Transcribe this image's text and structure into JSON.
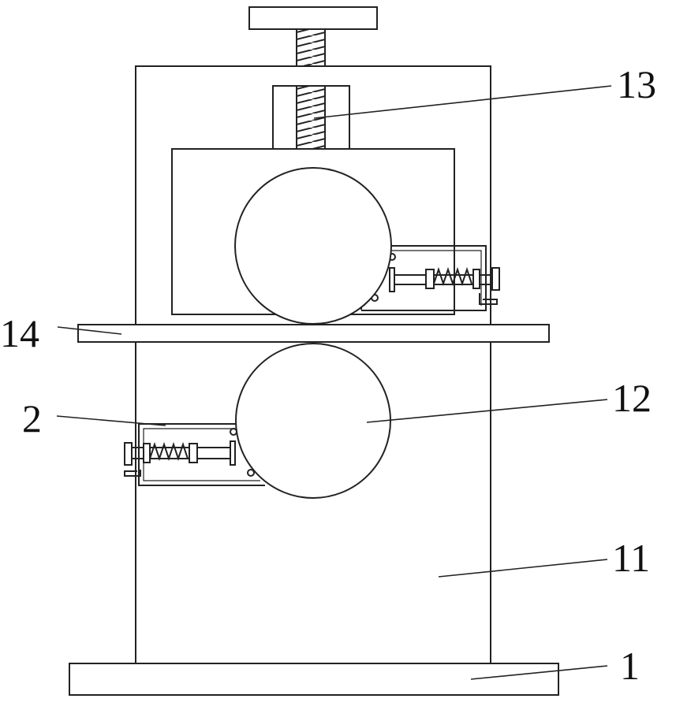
{
  "labels": {
    "base": "1",
    "frame": "11",
    "lower_roller": "12",
    "screw_block": "13",
    "workpiece": "14",
    "spring_assembly": "2"
  },
  "colors": {
    "line": "#222222",
    "background": "#ffffff"
  }
}
